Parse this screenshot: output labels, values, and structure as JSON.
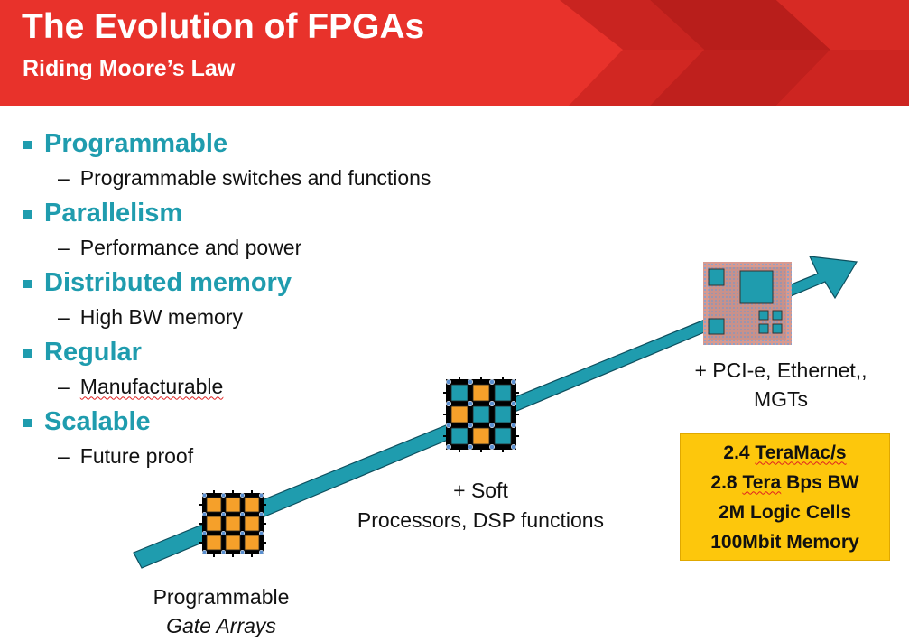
{
  "slide": {
    "title": "The Evolution of FPGAs",
    "subtitle": "Riding Moore’s Law"
  },
  "bullets": [
    {
      "heading": "Programmable",
      "detail": "Programmable switches and functions"
    },
    {
      "heading": "Parallelism",
      "detail": "Performance and power"
    },
    {
      "heading": "Distributed memory",
      "detail": "High BW memory"
    },
    {
      "heading": "Regular",
      "detail": "Manufacturable"
    },
    {
      "heading": "Scalable",
      "detail": "Future proof"
    }
  ],
  "sub_dash": "–",
  "stages": [
    {
      "line1": "Programmable",
      "line2": "Gate Arrays"
    },
    {
      "line1": "+ Soft",
      "line2": "Processors, DSP functions"
    },
    {
      "line1": "+ PCI-e, Ethernet,,",
      "line2": "MGTs"
    }
  ],
  "specs": [
    {
      "prefix": "2.4 ",
      "underlined": "TeraMac/s",
      "suffix": ""
    },
    {
      "prefix": "2.8 ",
      "underlined": "Tera",
      "suffix": " Bps BW"
    },
    {
      "prefix": "",
      "underlined": "",
      "suffix": "2M Logic Cells"
    },
    {
      "prefix": "",
      "underlined": "",
      "suffix": "100Mbit Memory"
    }
  ],
  "colors": {
    "header_red": "#e8322b",
    "accent_teal": "#1f9cae",
    "chip_orange": "#f5a02a",
    "box_yellow": "#fdc70c"
  },
  "icons": [
    "growth-arrow-icon",
    "fpga-chip-small-icon",
    "fpga-chip-medium-icon",
    "fpga-chip-large-icon",
    "bullet-square-icon"
  ]
}
